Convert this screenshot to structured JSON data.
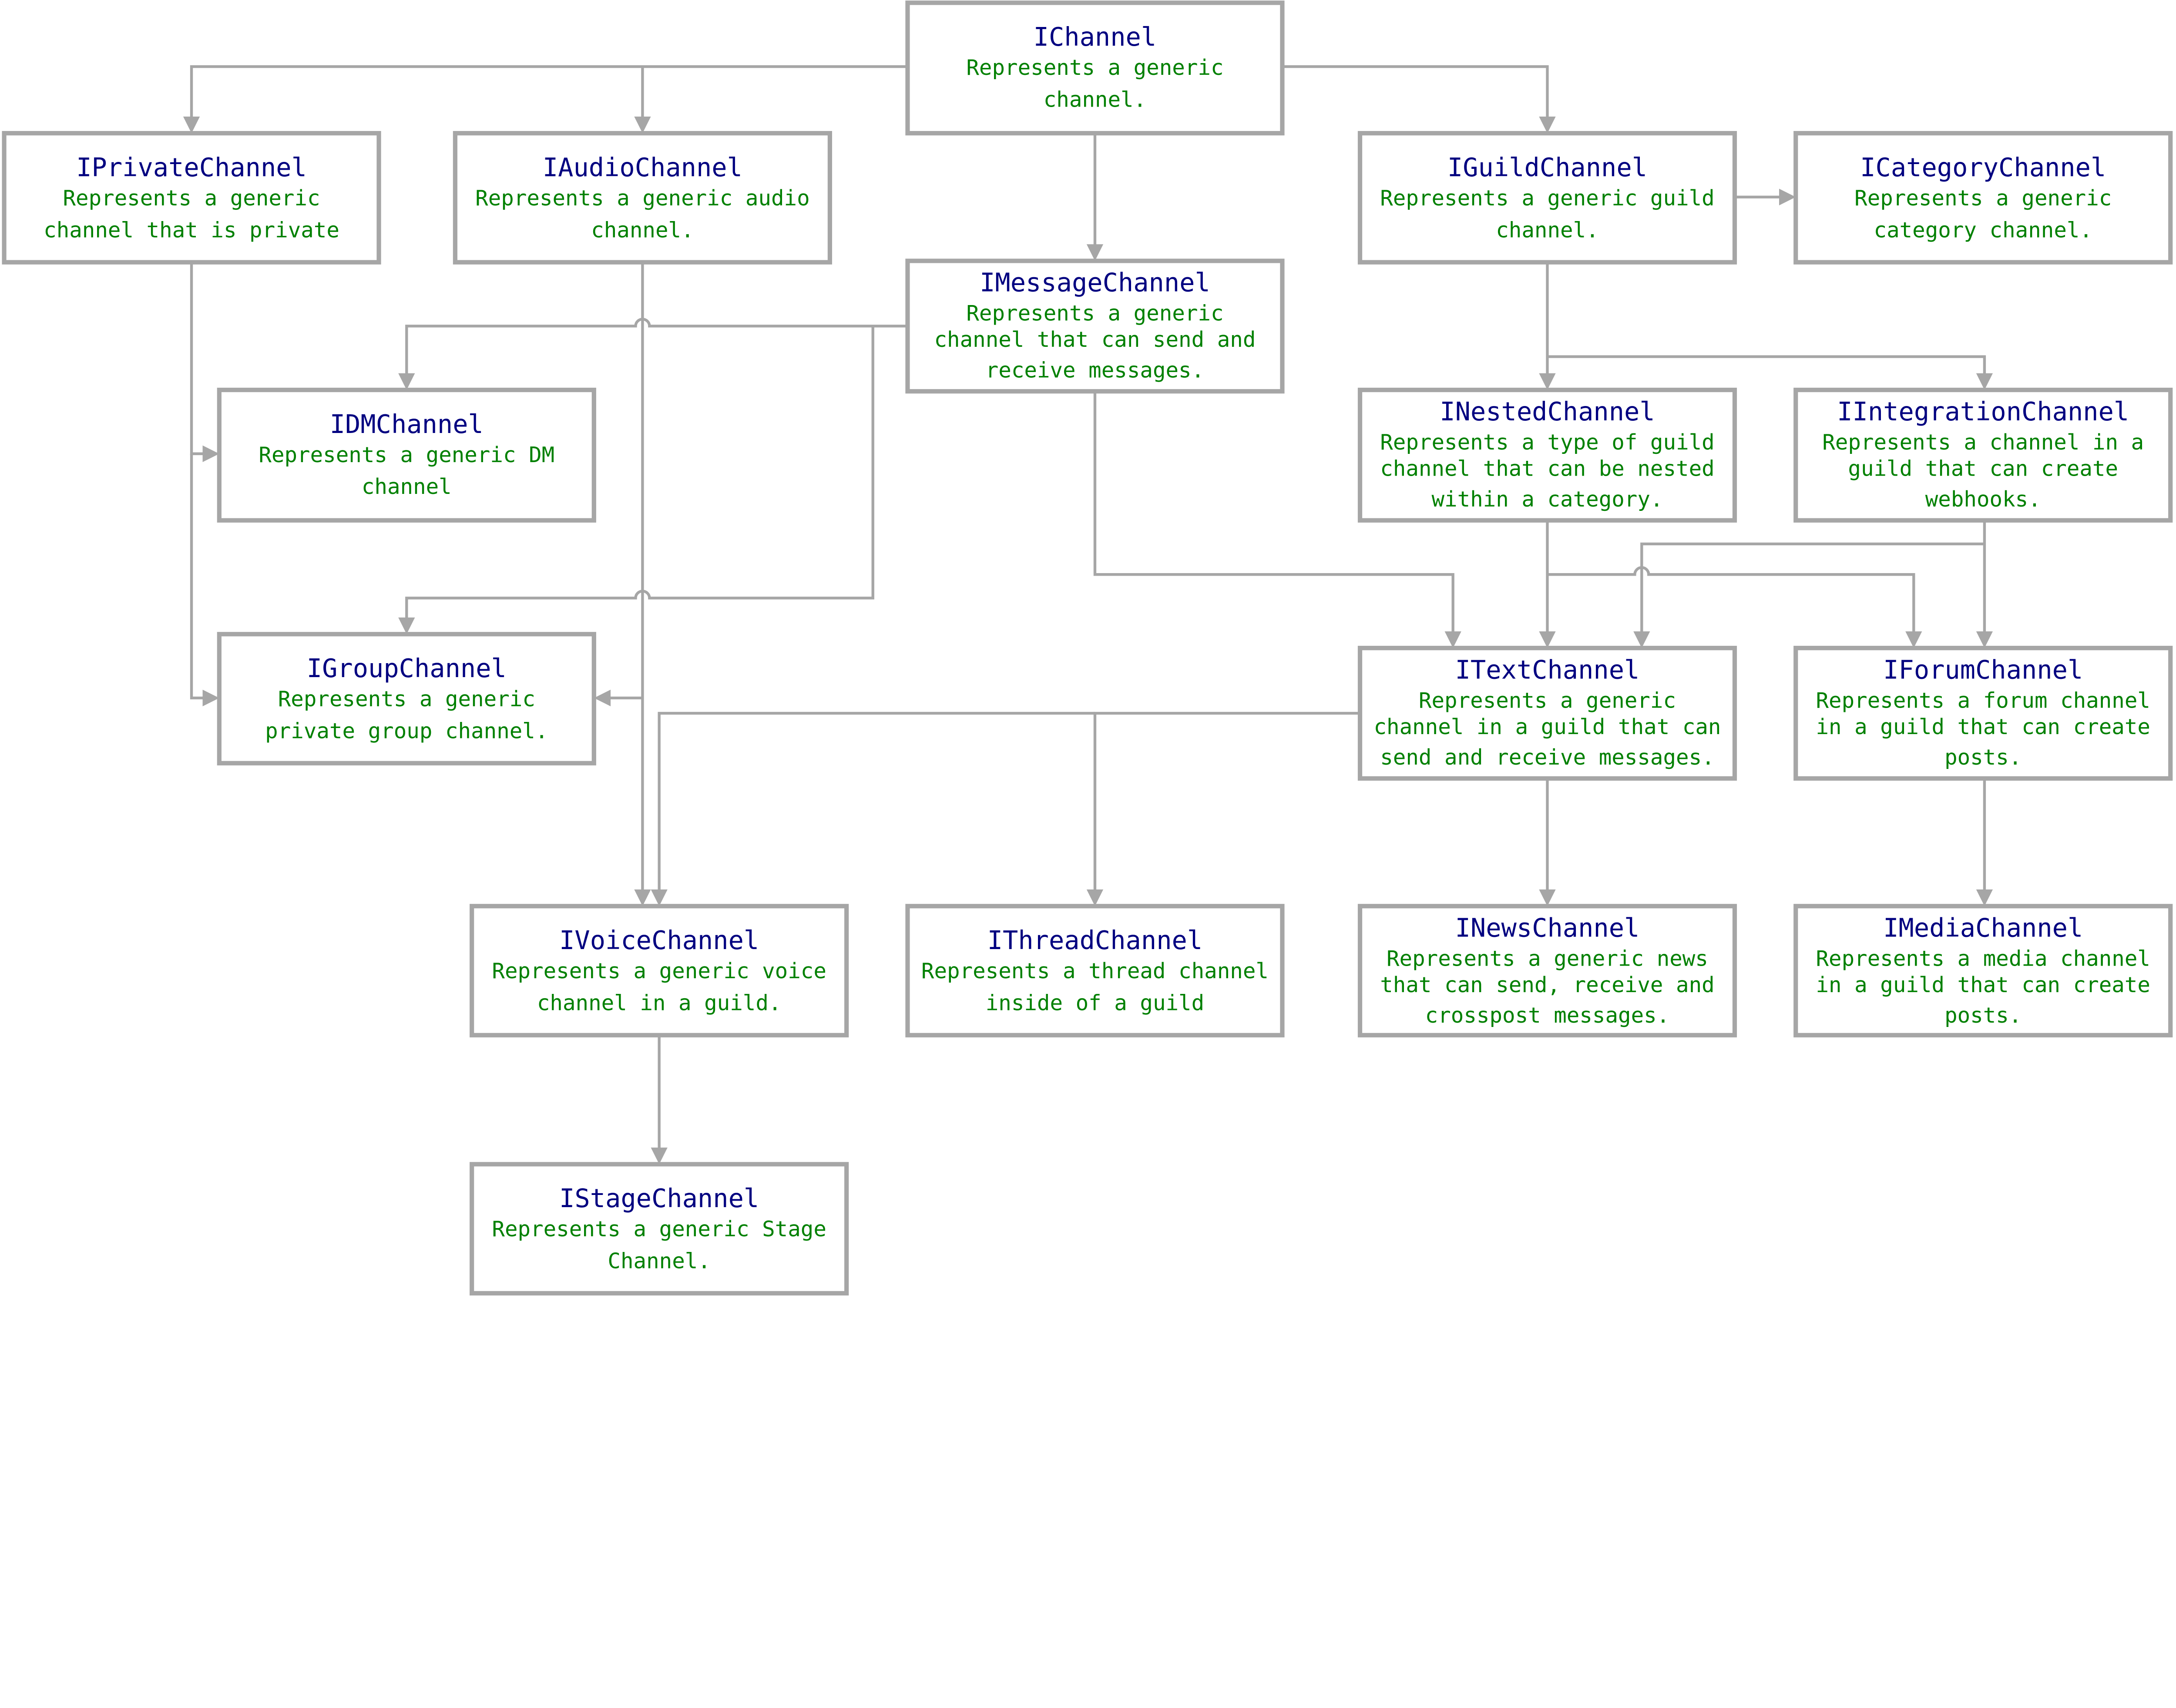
{
  "colors": {
    "title": "#000080",
    "description": "#008000",
    "border": "#a6a6a6",
    "background": "#ffffff"
  },
  "nodes": [
    {
      "id": "IChannel",
      "title": "IChannel",
      "lines": [
        "Represents a generic",
        "channel."
      ]
    },
    {
      "id": "IPrivateChannel",
      "title": "IPrivateChannel",
      "lines": [
        "Represents a generic",
        "channel that is private"
      ]
    },
    {
      "id": "IAudioChannel",
      "title": "IAudioChannel",
      "lines": [
        "Represents a generic audio",
        "channel."
      ]
    },
    {
      "id": "IGuildChannel",
      "title": "IGuildChannel",
      "lines": [
        "Represents a generic guild",
        "channel."
      ]
    },
    {
      "id": "ICategoryChannel",
      "title": "ICategoryChannel",
      "lines": [
        "Represents a generic",
        "category channel."
      ]
    },
    {
      "id": "IMessageChannel",
      "title": "IMessageChannel",
      "lines": [
        "Represents a generic",
        "channel that can send and",
        "receive messages."
      ]
    },
    {
      "id": "IDMChannel",
      "title": "IDMChannel",
      "lines": [
        "Represents a generic DM",
        "channel"
      ]
    },
    {
      "id": "INestedChannel",
      "title": "INestedChannel",
      "lines": [
        "Represents a type of guild",
        "channel that can be nested",
        "within a category."
      ]
    },
    {
      "id": "IIntegrationChannel",
      "title": "IIntegrationChannel",
      "lines": [
        "Represents a channel in a",
        "guild that can create",
        "webhooks."
      ]
    },
    {
      "id": "IGroupChannel",
      "title": "IGroupChannel",
      "lines": [
        "Represents a generic",
        "private group channel."
      ]
    },
    {
      "id": "ITextChannel",
      "title": "ITextChannel",
      "lines": [
        "Represents a generic",
        "channel in a guild that can",
        "send and receive messages."
      ]
    },
    {
      "id": "IForumChannel",
      "title": "IForumChannel",
      "lines": [
        "Represents a forum channel",
        "in a guild that can create",
        "posts."
      ]
    },
    {
      "id": "IVoiceChannel",
      "title": "IVoiceChannel",
      "lines": [
        "Represents a generic voice",
        "channel in a guild."
      ]
    },
    {
      "id": "IThreadChannel",
      "title": "IThreadChannel",
      "lines": [
        "Represents a thread channel",
        "inside of a guild"
      ]
    },
    {
      "id": "INewsChannel",
      "title": "INewsChannel",
      "lines": [
        "Represents a generic news",
        "that can send, receive and",
        "crosspost messages."
      ]
    },
    {
      "id": "IMediaChannel",
      "title": "IMediaChannel",
      "lines": [
        "Represents a media channel",
        "in a guild that can create",
        "posts."
      ]
    },
    {
      "id": "IStageChannel",
      "title": "IStageChannel",
      "lines": [
        "Represents a generic Stage",
        "Channel."
      ]
    }
  ],
  "edges": [
    {
      "from": "IChannel",
      "to": "IPrivateChannel"
    },
    {
      "from": "IChannel",
      "to": "IAudioChannel"
    },
    {
      "from": "IChannel",
      "to": "IGuildChannel"
    },
    {
      "from": "IChannel",
      "to": "IMessageChannel"
    },
    {
      "from": "IGuildChannel",
      "to": "ICategoryChannel"
    },
    {
      "from": "IMessageChannel",
      "to": "IDMChannel"
    },
    {
      "from": "IMessageChannel",
      "to": "IGroupChannel"
    },
    {
      "from": "IPrivateChannel",
      "to": "IDMChannel"
    },
    {
      "from": "IPrivateChannel",
      "to": "IGroupChannel"
    },
    {
      "from": "IAudioChannel",
      "to": "IVoiceChannel"
    },
    {
      "from": "IAudioChannel",
      "to": "IGroupChannel"
    },
    {
      "from": "IMessageChannel",
      "to": "ITextChannel"
    },
    {
      "from": "IGuildChannel",
      "to": "INestedChannel"
    },
    {
      "from": "IGuildChannel",
      "to": "IIntegrationChannel"
    },
    {
      "from": "INestedChannel",
      "to": "ITextChannel"
    },
    {
      "from": "INestedChannel",
      "to": "IForumChannel"
    },
    {
      "from": "IIntegrationChannel",
      "to": "ITextChannel"
    },
    {
      "from": "IIntegrationChannel",
      "to": "IForumChannel"
    },
    {
      "from": "ITextChannel",
      "to": "IThreadChannel"
    },
    {
      "from": "ITextChannel",
      "to": "IVoiceChannel"
    },
    {
      "from": "ITextChannel",
      "to": "INewsChannel"
    },
    {
      "from": "IForumChannel",
      "to": "IMediaChannel"
    },
    {
      "from": "IVoiceChannel",
      "to": "IStageChannel"
    }
  ]
}
